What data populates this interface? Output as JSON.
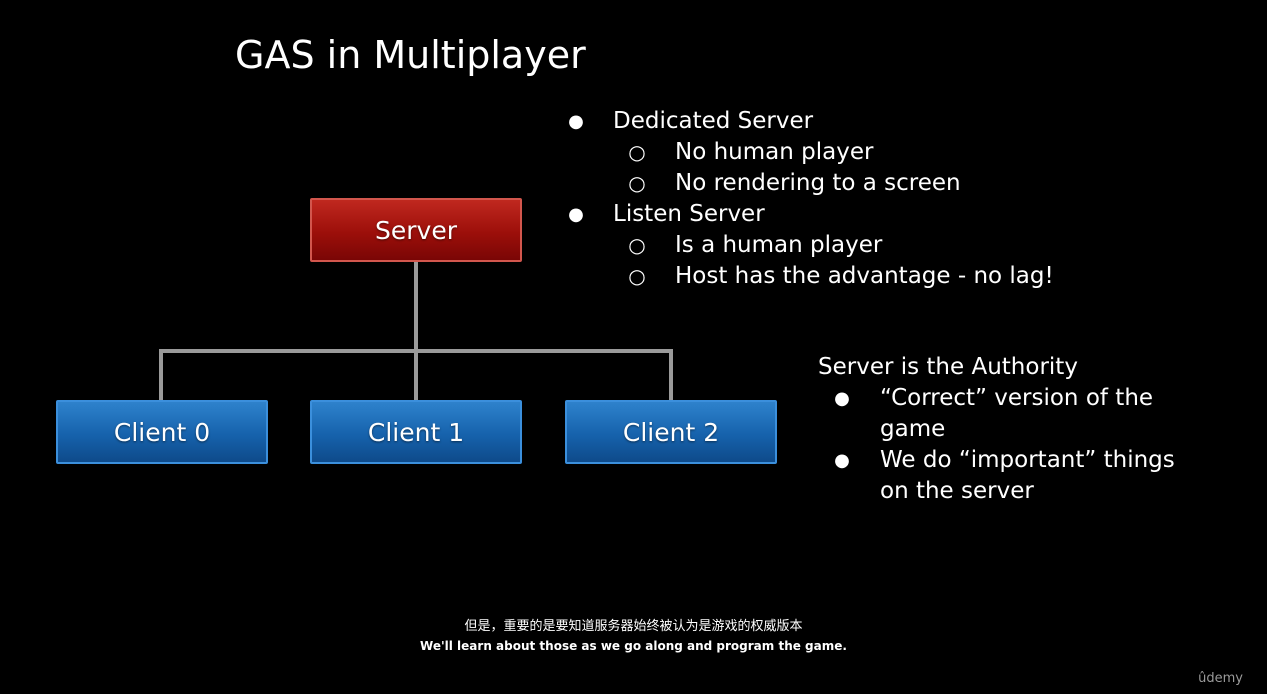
{
  "slide": {
    "title": "GAS in Multiplayer",
    "bullets": [
      {
        "bullet": "●",
        "text": "Dedicated Server",
        "level": 1
      },
      {
        "bullet": "○",
        "text": "No human player",
        "level": 2
      },
      {
        "bullet": "○",
        "text": "No rendering to a screen",
        "level": 2
      },
      {
        "bullet": "●",
        "text": "Listen Server",
        "level": 1
      },
      {
        "bullet": "○",
        "text": "Is a human player",
        "level": 2
      },
      {
        "bullet": "○",
        "text": "Host has the advantage - no lag!",
        "level": 2
      }
    ],
    "diagram": {
      "server_label": "Server",
      "clients": [
        "Client 0",
        "Client 1",
        "Client 2"
      ],
      "colors": {
        "server": "#9c0f0a",
        "client": "#1662ac",
        "connector": "#9a9a9a"
      }
    },
    "authority": {
      "heading": "Server is the Authority",
      "items": [
        {
          "bullet": "●",
          "text": "“Correct” version of the game"
        },
        {
          "bullet": "●",
          "text": "We do “important” things on the server"
        }
      ]
    }
  },
  "subtitles": {
    "chinese": "但是，重要的是要知道服务器始终被认为是游戏的权威版本",
    "english": "We'll learn about those as we go along and program the game."
  },
  "watermark": "ûdemy"
}
